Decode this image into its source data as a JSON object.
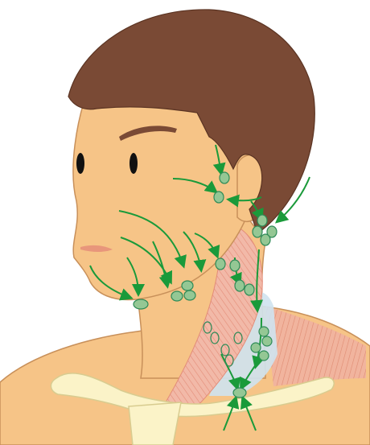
{
  "figure": {
    "title": "",
    "colors": {
      "skin": "#f6c487",
      "skin_outline": "#c8905a",
      "hair": "#7a4a35",
      "hair_outline": "#5a3322",
      "eyebrow": "#7a4a35",
      "eye": "#111111",
      "lips": "#e8967b",
      "muscle": "#ea9e8b",
      "muscle_light": "#f3c0b1",
      "fascia": "#cfe3ef",
      "bone": "#fbf3c8",
      "bone_outline": "#d8cc90",
      "node_fill": "#94c794",
      "node_stroke": "#2e8b57",
      "arrow": "#1a9a3a"
    },
    "structures": [
      "head",
      "hair",
      "face",
      "ear",
      "neck",
      "sternocleidomastoid-muscle",
      "trapezius-muscle",
      "clavicle",
      "sternum",
      "shoulder",
      "lymph-nodes",
      "lymph-flow-arrows"
    ]
  }
}
